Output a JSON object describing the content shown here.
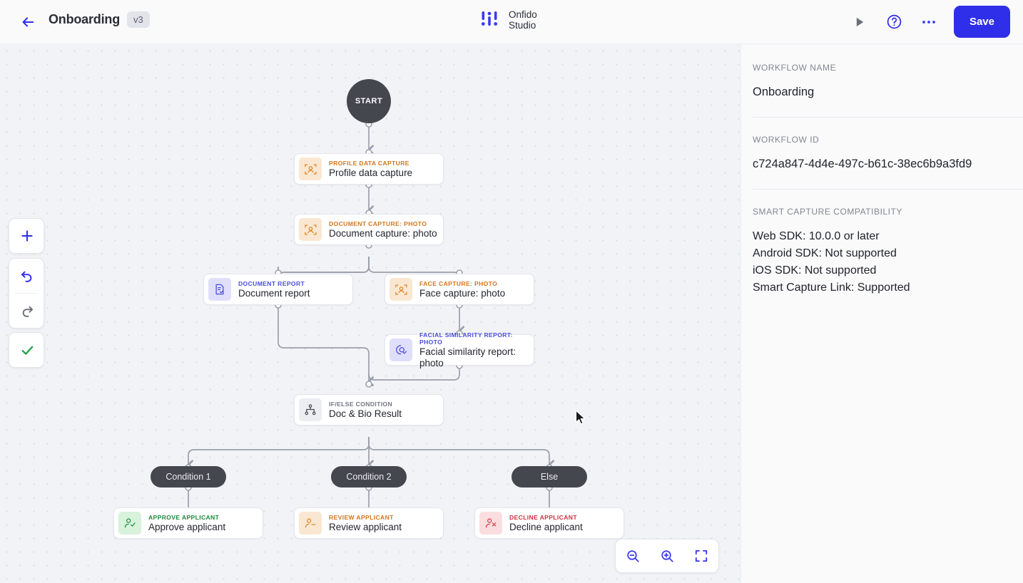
{
  "header": {
    "back_icon": "arrow-left-icon",
    "title": "Onboarding",
    "version": "v3",
    "brand_line1": "Onfido",
    "brand_line2": "Studio",
    "run_icon": "play-icon",
    "help_icon": "question-circle-icon",
    "more_icon": "ellipsis-icon",
    "save_label": "Save"
  },
  "left_toolbar": {
    "add_icon": "plus-icon",
    "undo_icon": "undo-icon",
    "redo_icon": "redo-icon",
    "validate_icon": "check-icon"
  },
  "zoom_controls": {
    "zoom_out_icon": "zoom-out-icon",
    "zoom_in_icon": "zoom-in-icon",
    "fit_icon": "fit-screen-icon"
  },
  "canvas": {
    "start_label": "START",
    "nodes": [
      {
        "kicker": "PROFILE DATA CAPTURE",
        "label": "Profile data capture",
        "icon": "face-scan-icon",
        "kind": "capture"
      },
      {
        "kicker": "DOCUMENT CAPTURE: PHOTO",
        "label": "Document capture: photo",
        "icon": "face-scan-icon",
        "kind": "capture"
      },
      {
        "kicker": "DOCUMENT REPORT",
        "label": "Document report",
        "icon": "document-check-icon",
        "kind": "report"
      },
      {
        "kicker": "FACE CAPTURE: PHOTO",
        "label": "Face capture: photo",
        "icon": "face-scan-icon",
        "kind": "capture"
      },
      {
        "kicker": "FACIAL SIMILARITY REPORT: PHOTO",
        "label": "Facial similarity report: photo",
        "icon": "face-compare-icon",
        "kind": "report"
      },
      {
        "kicker": "IF/ELSE CONDITION",
        "label": "Doc & Bio Result",
        "icon": "branch-icon",
        "kind": "cond"
      },
      {
        "kicker": "APPROVE APPLICANT",
        "label": "Approve applicant",
        "icon": "user-check-icon",
        "kind": "approve"
      },
      {
        "kicker": "REVIEW APPLICANT",
        "label": "Review applicant",
        "icon": "user-minus-icon",
        "kind": "review"
      },
      {
        "kicker": "DECLINE APPLICANT",
        "label": "Decline applicant",
        "icon": "user-x-icon",
        "kind": "decline"
      }
    ],
    "conditions": [
      "Condition 1",
      "Condition 2",
      "Else"
    ]
  },
  "panel": {
    "name_label": "WORKFLOW NAME",
    "name_value": "Onboarding",
    "id_label": "WORKFLOW ID",
    "id_value": "c724a847-4d4e-497c-b61c-38ec6b9a3fd9",
    "compat_label": "SMART CAPTURE COMPATIBILITY",
    "compat": [
      "Web SDK: 10.0.0 or later",
      "Android SDK: Not supported",
      "iOS SDK: Not supported",
      "Smart Capture Link: Supported"
    ]
  },
  "colors": {
    "accent": "#2f2ee8",
    "node_dark": "#45474f",
    "capture": "#d4761c",
    "report": "#4b4ddb",
    "approve": "#1c8a3c",
    "decline": "#cf3340"
  }
}
